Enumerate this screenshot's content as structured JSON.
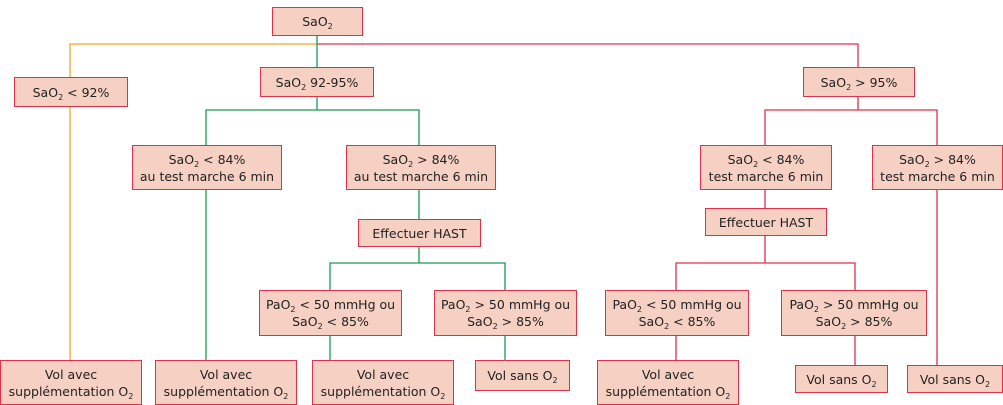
{
  "colors": {
    "fill": "#f7d0c4",
    "border": "#e0304a",
    "orange": "#f5a623",
    "green": "#1a9a50",
    "red": "#e0304a"
  },
  "nodes": {
    "root": {
      "lines": [
        {
          "a": "SaO",
          "sub": "2",
          "b": ""
        }
      ]
    },
    "lt92": {
      "lines": [
        {
          "a": "SaO",
          "sub": "2",
          "b": " < 92%"
        }
      ]
    },
    "mid": {
      "lines": [
        {
          "a": "SaO",
          "sub": "2",
          "b": " 92-95%"
        }
      ]
    },
    "gt95": {
      "lines": [
        {
          "a": "SaO",
          "sub": "2",
          "b": " > 95%"
        }
      ]
    },
    "m_lt84": {
      "lines": [
        {
          "a": "SaO",
          "sub": "2",
          "b": " < 84%"
        },
        {
          "a": "au test marche 6 min"
        }
      ]
    },
    "m_gt84": {
      "lines": [
        {
          "a": "SaO",
          "sub": "2",
          "b": " > 84%"
        },
        {
          "a": "au test marche 6 min"
        }
      ]
    },
    "m_hast": {
      "lines": [
        {
          "a": "Effectuer HAST"
        }
      ]
    },
    "m_pao_lt": {
      "lines": [
        {
          "a": "PaO",
          "sub": "2",
          "b": " < 50 mmHg ou"
        },
        {
          "a": "SaO",
          "sub": "2",
          "b": " < 85%"
        }
      ]
    },
    "m_pao_gt": {
      "lines": [
        {
          "a": "PaO",
          "sub": "2",
          "b": " > 50 mmHg ou"
        },
        {
          "a": "SaO",
          "sub": "2",
          "b": " > 85%"
        }
      ]
    },
    "r_lt84": {
      "lines": [
        {
          "a": "SaO",
          "sub": "2",
          "b": " < 84%"
        },
        {
          "a": "test marche 6 min"
        }
      ]
    },
    "r_gt84": {
      "lines": [
        {
          "a": "SaO",
          "sub": "2",
          "b": " > 84%"
        },
        {
          "a": "test marche 6 min"
        }
      ]
    },
    "r_hast": {
      "lines": [
        {
          "a": "Effectuer HAST"
        }
      ]
    },
    "r_pao_lt": {
      "lines": [
        {
          "a": "PaO",
          "sub": "2",
          "b": " < 50 mmHg ou"
        },
        {
          "a": "SaO",
          "sub": "2",
          "b": " < 85%"
        }
      ]
    },
    "r_pao_gt": {
      "lines": [
        {
          "a": "PaO",
          "sub": "2",
          "b": " > 50 mmHg ou"
        },
        {
          "a": "SaO",
          "sub": "2",
          "b": " > 85%"
        }
      ]
    },
    "out1": {
      "lines": [
        {
          "a": "Vol avec"
        },
        {
          "a": "supplémentation O",
          "sub": "2",
          "b": ""
        }
      ]
    },
    "out2": {
      "lines": [
        {
          "a": "Vol avec"
        },
        {
          "a": "supplémentation O",
          "sub": "2",
          "b": ""
        }
      ]
    },
    "out3": {
      "lines": [
        {
          "a": "Vol avec"
        },
        {
          "a": "supplémentation O",
          "sub": "2",
          "b": ""
        }
      ]
    },
    "out4": {
      "lines": [
        {
          "a": "Vol sans O",
          "sub": "2",
          "b": ""
        }
      ]
    },
    "out5": {
      "lines": [
        {
          "a": "Vol avec"
        },
        {
          "a": "supplémentation O",
          "sub": "2",
          "b": ""
        }
      ]
    },
    "out6": {
      "lines": [
        {
          "a": "Vol sans O",
          "sub": "2",
          "b": ""
        }
      ]
    },
    "out7": {
      "lines": [
        {
          "a": "Vol sans O",
          "sub": "2",
          "b": ""
        }
      ]
    }
  }
}
